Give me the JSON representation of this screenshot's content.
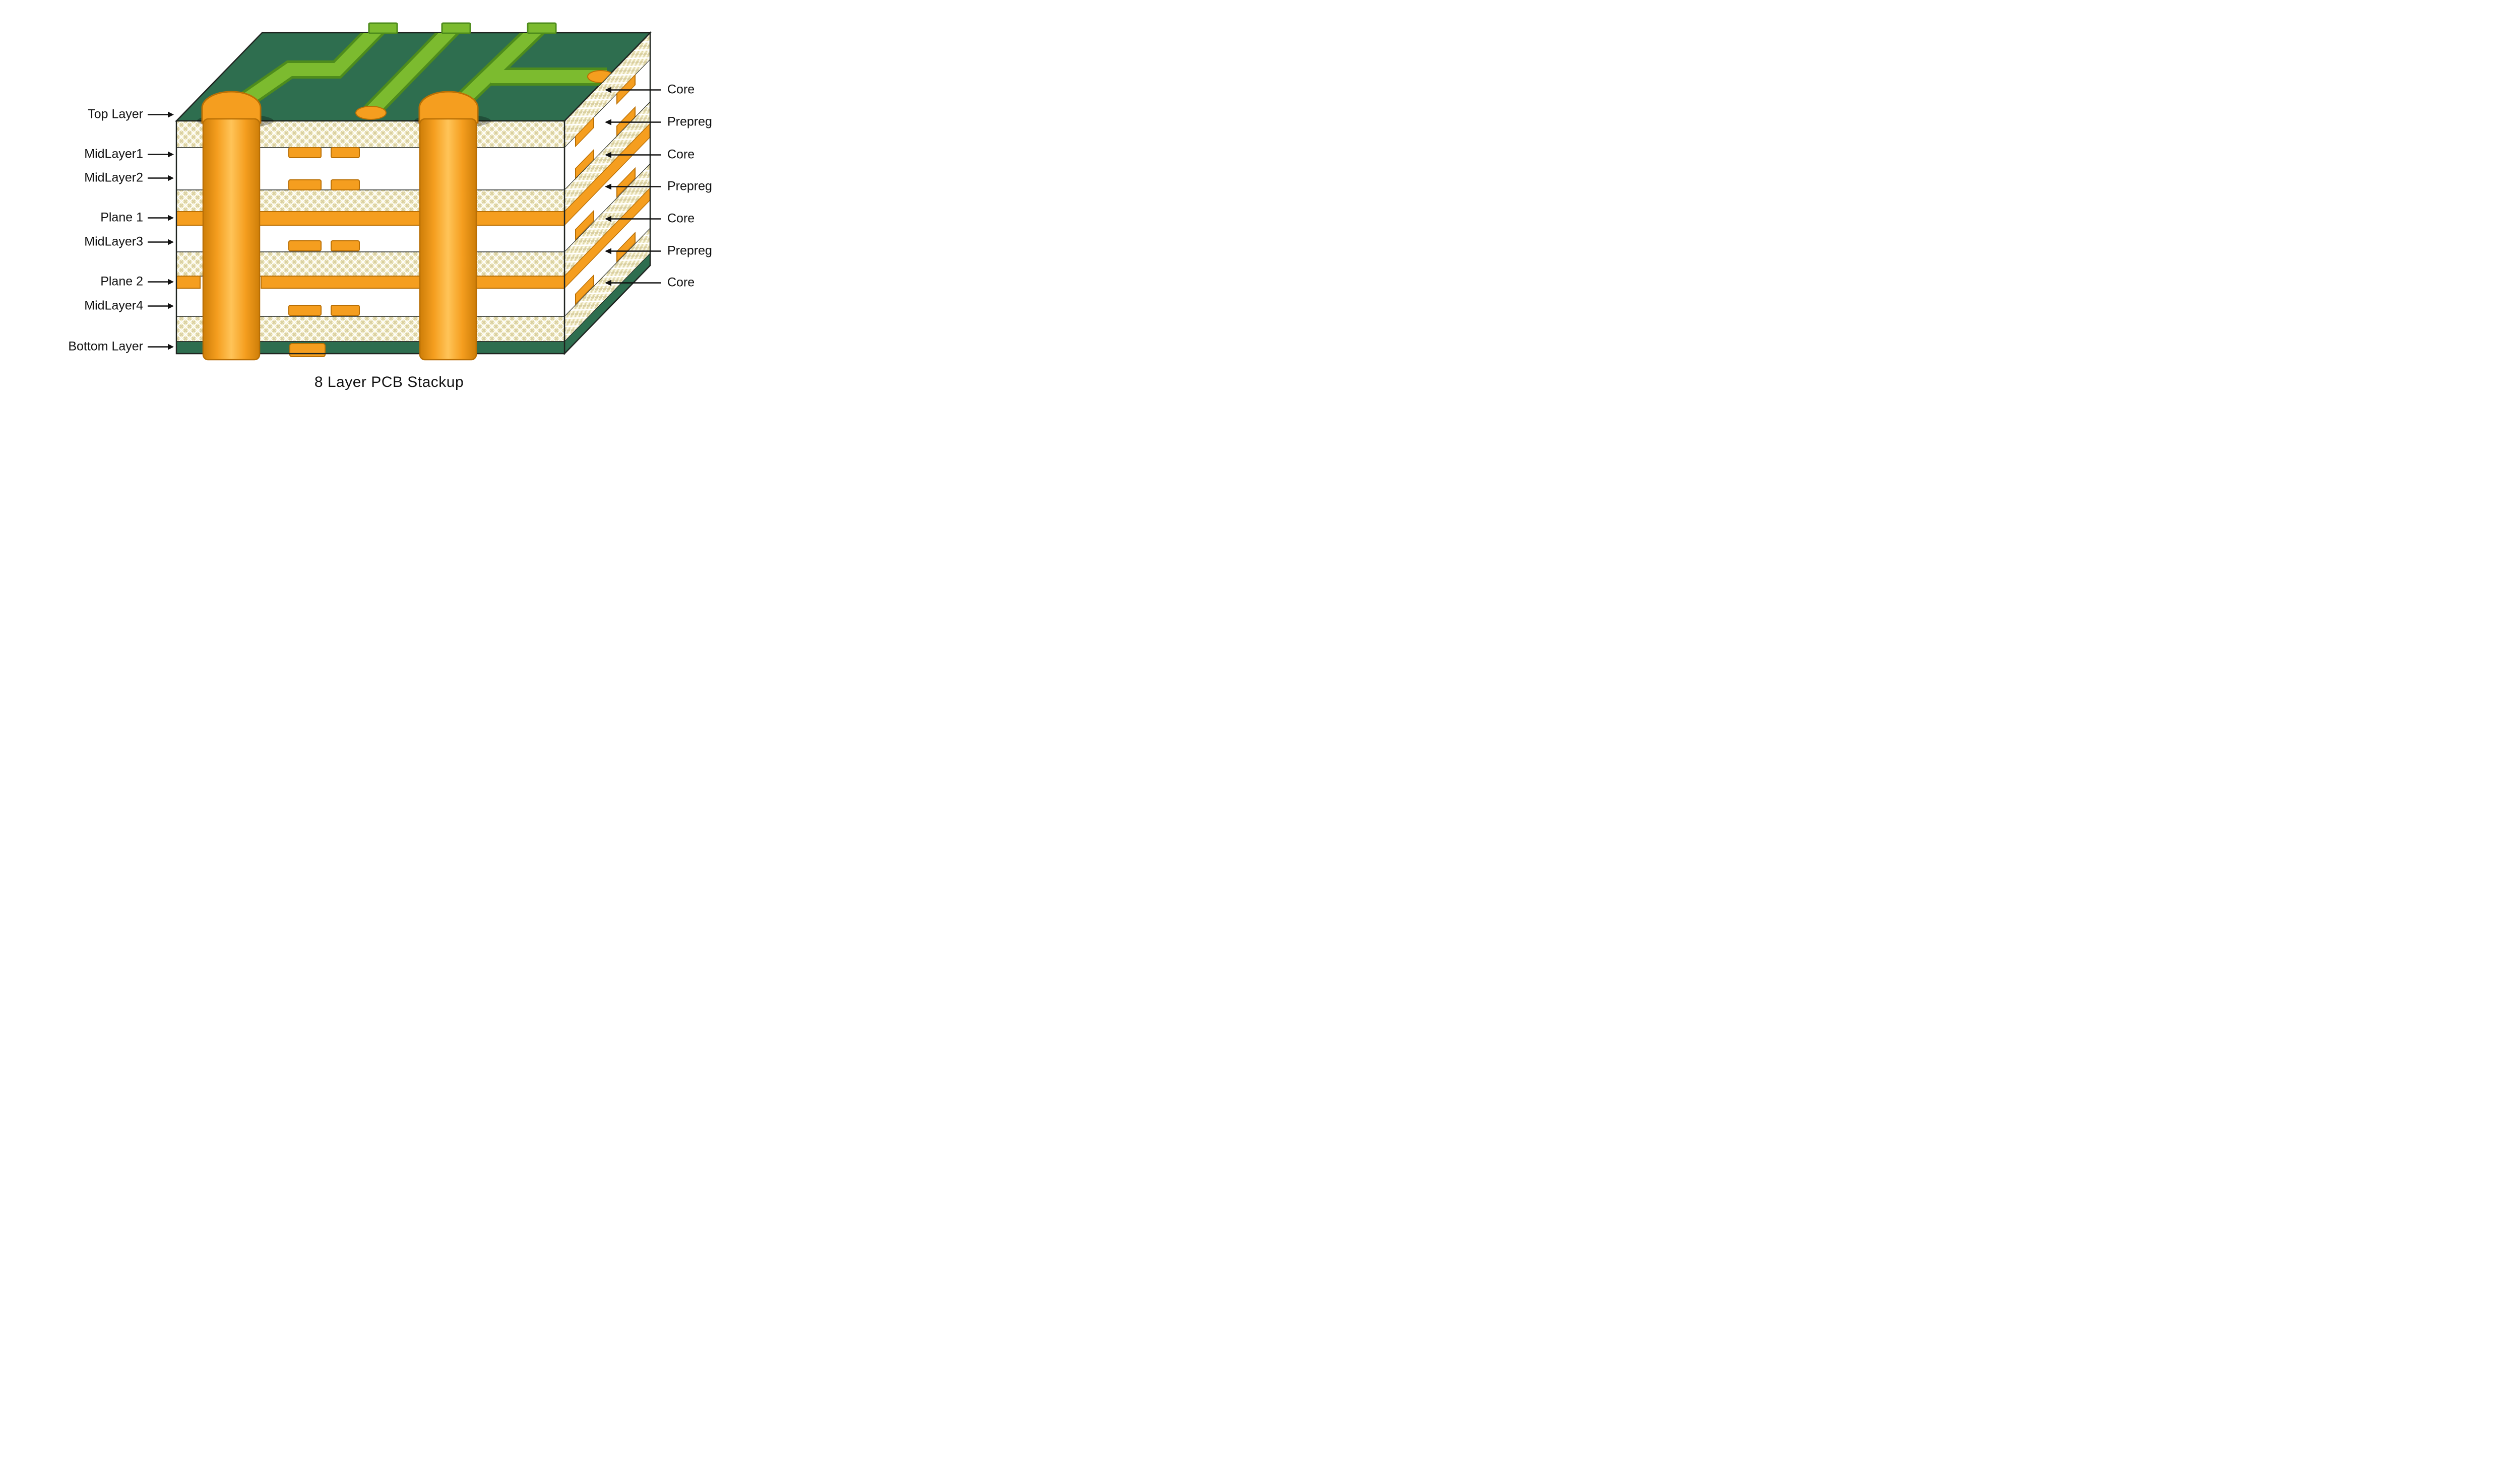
{
  "title": "8 Layer PCB Stackup",
  "left_labels": [
    "Top Layer",
    "MidLayer1",
    "MidLayer2",
    "Plane 1",
    "MidLayer3",
    "Plane 2",
    "MidLayer4",
    "Bottom Layer"
  ],
  "right_labels": [
    "Core",
    "Prepreg",
    "Core",
    "Prepreg",
    "Core",
    "Prepreg",
    "Core"
  ],
  "colors": {
    "board_green": "#2E6E4F",
    "trace_green": "#7CBB2F",
    "trace_green_dark": "#4E8C1C",
    "copper_orange": "#F59E1F",
    "copper_orange_dark": "#B96F04",
    "prepreg_cream": "#F3EDC7",
    "prepreg_hatch": "#D9CFA0",
    "core_white": "#FFFFFF",
    "outline": "#1F2420",
    "text_color": "#111111",
    "background": "#FFFFFF"
  }
}
